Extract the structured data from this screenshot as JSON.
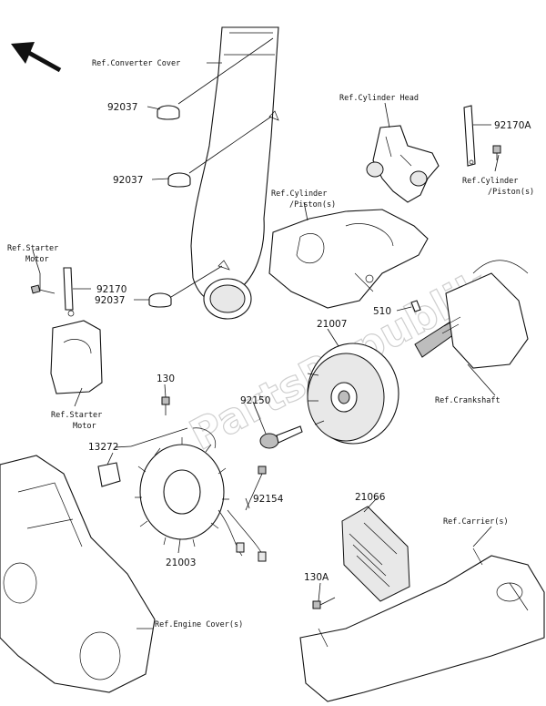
{
  "watermark": "PartsRepublik",
  "part_numbers": {
    "p92037_a": "92037",
    "p92037_b": "92037",
    "p92037_c": "92037",
    "p92170": "92170",
    "p92170A": "92170A",
    "p510": "510",
    "p21007": "21007",
    "p130": "130",
    "p92150": "92150",
    "p13272": "13272",
    "p92154": "92154",
    "p21003": "21003",
    "p21066": "21066",
    "p130A": "130A"
  },
  "references": {
    "converter_cover": "Ref.Converter Cover",
    "cylinder_head": "Ref.Cylinder Head",
    "cylinder_piston_top_1": "Ref.Cylinder",
    "cylinder_piston_top_2": "/Piston(s)",
    "cylinder_piston_right_1": "Ref.Cylinder",
    "cylinder_piston_right_2": "/Piston(s)",
    "starter_motor_top_1": "Ref.Starter",
    "starter_motor_top_2": "Motor",
    "starter_motor_bottom_1": "Ref.Starter",
    "starter_motor_bottom_2": "Motor",
    "crankshaft": "Ref.Crankshaft",
    "carriers": "Ref.Carrier(s)",
    "engine_covers": "Ref.Engine Cover(s)"
  },
  "icons": {
    "direction_arrow": "front-direction-arrow-icon"
  }
}
